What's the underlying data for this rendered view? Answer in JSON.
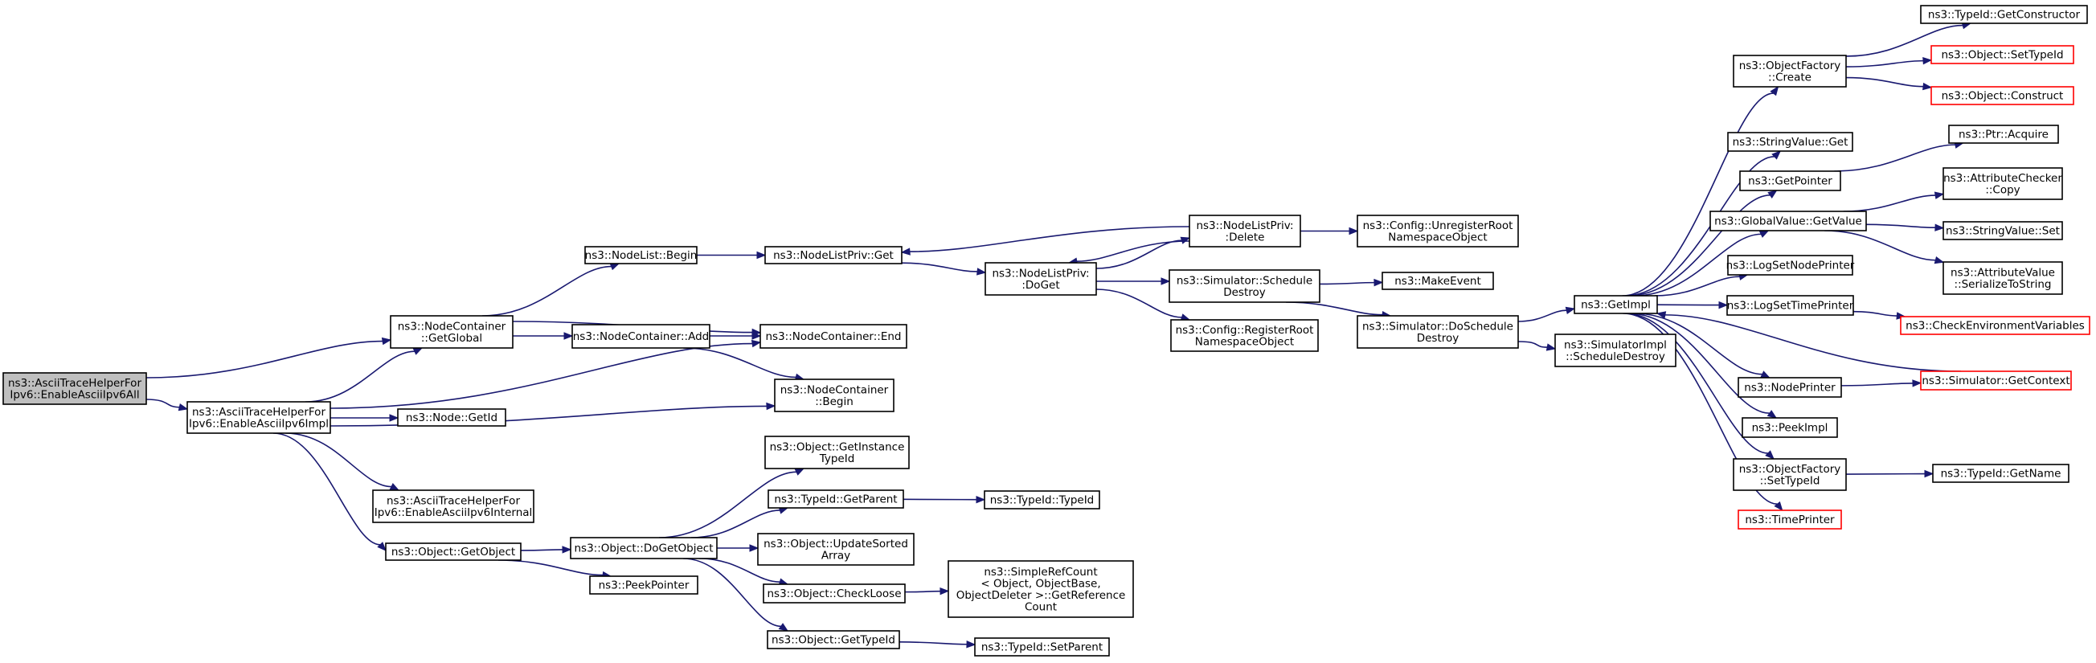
{
  "colors": {
    "edge": "#191970",
    "node_border": "#000000",
    "truncated_border": "#ff0000",
    "root_fill": "#bfbfbf",
    "background": "#ffffff"
  },
  "nodes": [
    {
      "id": "root",
      "lines": [
        "ns3::AsciiTraceHelperFor",
        "Ipv6::EnableAsciiIpv6All"
      ],
      "style": "root"
    },
    {
      "id": "enableImpl",
      "lines": [
        "ns3::AsciiTraceHelperFor",
        "Ipv6::EnableAsciiIpv6Impl"
      ]
    },
    {
      "id": "ncGetGlobal",
      "lines": [
        "ns3::NodeContainer",
        "::GetGlobal"
      ]
    },
    {
      "id": "nodeListBegin",
      "lines": [
        "ns3::NodeList::Begin"
      ]
    },
    {
      "id": "nlpGet",
      "lines": [
        "ns3::NodeListPriv::Get"
      ]
    },
    {
      "id": "nlpDoGet",
      "lines": [
        "ns3::NodeListPriv:",
        ":DoGet"
      ]
    },
    {
      "id": "nlpDelete",
      "lines": [
        "ns3::NodeListPriv:",
        ":Delete"
      ]
    },
    {
      "id": "cfgUnregister",
      "lines": [
        "ns3::Config::UnregisterRoot",
        "NamespaceObject"
      ]
    },
    {
      "id": "simSchedDestroy",
      "lines": [
        "ns3::Simulator::Schedule",
        "Destroy"
      ]
    },
    {
      "id": "makeEvent",
      "lines": [
        "ns3::MakeEvent"
      ]
    },
    {
      "id": "simDoSchedDestroy",
      "lines": [
        "ns3::Simulator::DoSchedule",
        "Destroy"
      ]
    },
    {
      "id": "cfgRegister",
      "lines": [
        "ns3::Config::RegisterRoot",
        "NamespaceObject"
      ]
    },
    {
      "id": "ncAdd",
      "lines": [
        "ns3::NodeContainer::Add"
      ]
    },
    {
      "id": "ncEnd",
      "lines": [
        "ns3::NodeContainer::End"
      ]
    },
    {
      "id": "ncBegin",
      "lines": [
        "ns3::NodeContainer",
        "::Begin"
      ]
    },
    {
      "id": "nodeGetId",
      "lines": [
        "ns3::Node::GetId"
      ]
    },
    {
      "id": "enableInternal",
      "lines": [
        "ns3::AsciiTraceHelperFor",
        "Ipv6::EnableAsciiIpv6Internal"
      ]
    },
    {
      "id": "objGetObject",
      "lines": [
        "ns3::Object::GetObject"
      ]
    },
    {
      "id": "objDoGetObject",
      "lines": [
        "ns3::Object::DoGetObject"
      ]
    },
    {
      "id": "peekPointer",
      "lines": [
        "ns3::PeekPointer"
      ]
    },
    {
      "id": "objGetInstanceTypeId",
      "lines": [
        "ns3::Object::GetInstance",
        "TypeId"
      ]
    },
    {
      "id": "typeIdGetParent",
      "lines": [
        "ns3::TypeId::GetParent"
      ]
    },
    {
      "id": "typeIdTypeId",
      "lines": [
        "ns3::TypeId::TypeId"
      ]
    },
    {
      "id": "objUpdateSorted",
      "lines": [
        "ns3::Object::UpdateSorted",
        "Array"
      ]
    },
    {
      "id": "objCheckLoose",
      "lines": [
        "ns3::Object::CheckLoose"
      ]
    },
    {
      "id": "simpleRefCount",
      "lines": [
        "ns3::SimpleRefCount",
        "< Object, ObjectBase,",
        " ObjectDeleter >::GetReference",
        "Count"
      ]
    },
    {
      "id": "objGetTypeId",
      "lines": [
        "ns3::Object::GetTypeId"
      ]
    },
    {
      "id": "typeIdSetParent",
      "lines": [
        "ns3::TypeId::SetParent"
      ]
    },
    {
      "id": "getImpl",
      "lines": [
        "ns3::GetImpl"
      ]
    },
    {
      "id": "simImplSchedDestroy",
      "lines": [
        "ns3::SimulatorImpl",
        "::ScheduleDestroy"
      ]
    },
    {
      "id": "objFactoryCreate",
      "lines": [
        "ns3::ObjectFactory",
        "::Create"
      ]
    },
    {
      "id": "typeIdGetConstructor",
      "lines": [
        "ns3::TypeId::GetConstructor"
      ]
    },
    {
      "id": "objSetTypeId",
      "lines": [
        "ns3::Object::SetTypeId"
      ],
      "style": "truncated"
    },
    {
      "id": "objConstruct",
      "lines": [
        "ns3::Object::Construct"
      ],
      "style": "truncated"
    },
    {
      "id": "stringValueGet",
      "lines": [
        "ns3::StringValue::Get"
      ]
    },
    {
      "id": "getPointer",
      "lines": [
        "ns3::GetPointer"
      ]
    },
    {
      "id": "ptrAcquire",
      "lines": [
        "ns3::Ptr::Acquire"
      ]
    },
    {
      "id": "globalValueGetValue",
      "lines": [
        "ns3::GlobalValue::GetValue"
      ]
    },
    {
      "id": "attrCheckerCopy",
      "lines": [
        "ns3::AttributeChecker",
        "::Copy"
      ]
    },
    {
      "id": "stringValueSet",
      "lines": [
        "ns3::StringValue::Set"
      ]
    },
    {
      "id": "attrValueSerialize",
      "lines": [
        "ns3::AttributeValue",
        "::SerializeToString"
      ]
    },
    {
      "id": "logSetNodePrinter",
      "lines": [
        "ns3::LogSetNodePrinter"
      ]
    },
    {
      "id": "logSetTimePrinter",
      "lines": [
        "ns3::LogSetTimePrinter"
      ]
    },
    {
      "id": "checkEnvVars",
      "lines": [
        "ns3::CheckEnvironmentVariables"
      ],
      "style": "truncated"
    },
    {
      "id": "nodePrinter",
      "lines": [
        "ns3::NodePrinter"
      ]
    },
    {
      "id": "simGetContext",
      "lines": [
        "ns3::Simulator::GetContext"
      ],
      "style": "truncated"
    },
    {
      "id": "peekImpl",
      "lines": [
        "ns3::PeekImpl"
      ]
    },
    {
      "id": "objFactorySetTypeId",
      "lines": [
        "ns3::ObjectFactory",
        "::SetTypeId"
      ]
    },
    {
      "id": "typeIdGetName",
      "lines": [
        "ns3::TypeId::GetName"
      ]
    },
    {
      "id": "timePrinter",
      "lines": [
        "ns3::TimePrinter"
      ],
      "style": "truncated"
    }
  ],
  "edges": [
    {
      "from": "root",
      "to": "ncGetGlobal"
    },
    {
      "from": "root",
      "to": "enableImpl"
    },
    {
      "from": "ncGetGlobal",
      "to": "nodeListBegin"
    },
    {
      "from": "ncGetGlobal",
      "to": "ncAdd"
    },
    {
      "from": "ncGetGlobal",
      "to": "ncEnd"
    },
    {
      "from": "nodeListBegin",
      "to": "nlpGet"
    },
    {
      "from": "nlpGet",
      "to": "nlpDoGet"
    },
    {
      "from": "nlpDoGet",
      "to": "nlpDelete"
    },
    {
      "from": "nlpDoGet",
      "to": "simSchedDestroy"
    },
    {
      "from": "nlpDoGet",
      "to": "cfgRegister"
    },
    {
      "from": "nlpDelete",
      "to": "nlpGet"
    },
    {
      "from": "nlpDelete",
      "to": "nlpDoGet"
    },
    {
      "from": "nlpDelete",
      "to": "cfgUnregister"
    },
    {
      "from": "simSchedDestroy",
      "to": "makeEvent"
    },
    {
      "from": "simSchedDestroy",
      "to": "simDoSchedDestroy"
    },
    {
      "from": "simDoSchedDestroy",
      "to": "getImpl"
    },
    {
      "from": "simDoSchedDestroy",
      "to": "simImplSchedDestroy"
    },
    {
      "from": "ncAdd",
      "to": "ncEnd"
    },
    {
      "from": "ncAdd",
      "to": "ncBegin"
    },
    {
      "from": "enableImpl",
      "to": "ncGetGlobal"
    },
    {
      "from": "enableImpl",
      "to": "ncEnd"
    },
    {
      "from": "enableImpl",
      "to": "ncBegin"
    },
    {
      "from": "enableImpl",
      "to": "nodeGetId"
    },
    {
      "from": "enableImpl",
      "to": "enableInternal"
    },
    {
      "from": "enableImpl",
      "to": "objGetObject"
    },
    {
      "from": "objGetObject",
      "to": "objDoGetObject"
    },
    {
      "from": "objGetObject",
      "to": "peekPointer"
    },
    {
      "from": "objDoGetObject",
      "to": "objGetInstanceTypeId"
    },
    {
      "from": "objDoGetObject",
      "to": "typeIdGetParent"
    },
    {
      "from": "objDoGetObject",
      "to": "objUpdateSorted"
    },
    {
      "from": "objDoGetObject",
      "to": "objCheckLoose"
    },
    {
      "from": "objDoGetObject",
      "to": "objGetTypeId"
    },
    {
      "from": "typeIdGetParent",
      "to": "typeIdTypeId"
    },
    {
      "from": "objCheckLoose",
      "to": "simpleRefCount"
    },
    {
      "from": "objGetTypeId",
      "to": "typeIdSetParent"
    },
    {
      "from": "getImpl",
      "to": "objFactoryCreate"
    },
    {
      "from": "getImpl",
      "to": "stringValueGet"
    },
    {
      "from": "getImpl",
      "to": "getPointer"
    },
    {
      "from": "getImpl",
      "to": "globalValueGetValue"
    },
    {
      "from": "getImpl",
      "to": "logSetNodePrinter"
    },
    {
      "from": "getImpl",
      "to": "logSetTimePrinter"
    },
    {
      "from": "getImpl",
      "to": "nodePrinter"
    },
    {
      "from": "getImpl",
      "to": "peekImpl"
    },
    {
      "from": "getImpl",
      "to": "objFactorySetTypeId"
    },
    {
      "from": "getImpl",
      "to": "timePrinter"
    },
    {
      "from": "objFactoryCreate",
      "to": "typeIdGetConstructor"
    },
    {
      "from": "objFactoryCreate",
      "to": "objSetTypeId"
    },
    {
      "from": "objFactoryCreate",
      "to": "objConstruct"
    },
    {
      "from": "getPointer",
      "to": "ptrAcquire"
    },
    {
      "from": "globalValueGetValue",
      "to": "attrCheckerCopy"
    },
    {
      "from": "globalValueGetValue",
      "to": "stringValueSet"
    },
    {
      "from": "globalValueGetValue",
      "to": "attrValueSerialize"
    },
    {
      "from": "logSetTimePrinter",
      "to": "checkEnvVars"
    },
    {
      "from": "nodePrinter",
      "to": "simGetContext"
    },
    {
      "from": "simGetContext",
      "to": "getImpl"
    },
    {
      "from": "objFactorySetTypeId",
      "to": "typeIdGetName"
    }
  ]
}
